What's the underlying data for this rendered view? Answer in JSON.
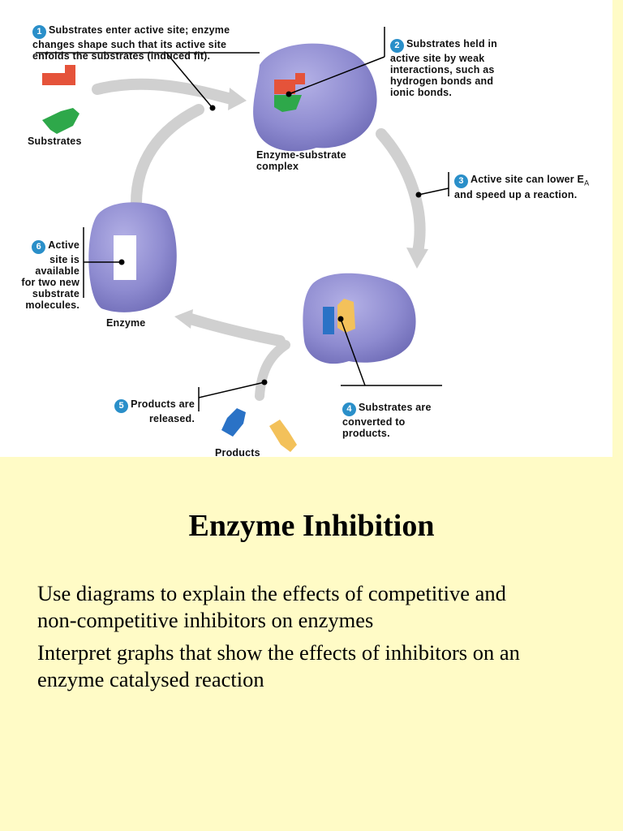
{
  "diagram": {
    "steps": {
      "s1": {
        "num": "1",
        "text": "Substrates enter active site; enzyme\nchanges shape such that its active site\nenfolds the substrates (induced fit)."
      },
      "s2": {
        "num": "2",
        "text": "Substrates held in\nactive site by weak\ninteractions, such as\nhydrogen bonds and\nionic bonds."
      },
      "s3": {
        "num": "3",
        "text_line1": "Active site can lower E",
        "subscript": "A",
        "text_line2": "and speed up a reaction."
      },
      "s4": {
        "num": "4",
        "text": "Substrates are\nconverted to\nproducts."
      },
      "s5": {
        "num": "5",
        "text": "Products are\nreleased."
      },
      "s6": {
        "num": "6",
        "text": "Active\nsite is\navailable\nfor two new\nsubstrate\nmolecules."
      }
    },
    "labels": {
      "substrates": "Substrates",
      "complex": "Enzyme-substrate\ncomplex",
      "enzyme": "Enzyme",
      "products": "Products"
    },
    "colors": {
      "enzyme": "#8e8bd0",
      "substrate_red": "#e5533a",
      "substrate_green": "#2ea84a",
      "product_blue": "#2a72c6",
      "product_yellow": "#f3c15a",
      "cycle_arrow": "#d0d0d0",
      "step_badge": "#2a8fc9",
      "slide_background": "#fffbc6"
    }
  },
  "slide": {
    "title": "Enzyme Inhibition",
    "objectives": [
      "Use diagrams to explain the effects of competitive and\nnon-competitive inhibitors on enzymes",
      "Interpret graphs that show the effects of inhibitors on an\nenzyme catalysed reaction"
    ]
  }
}
